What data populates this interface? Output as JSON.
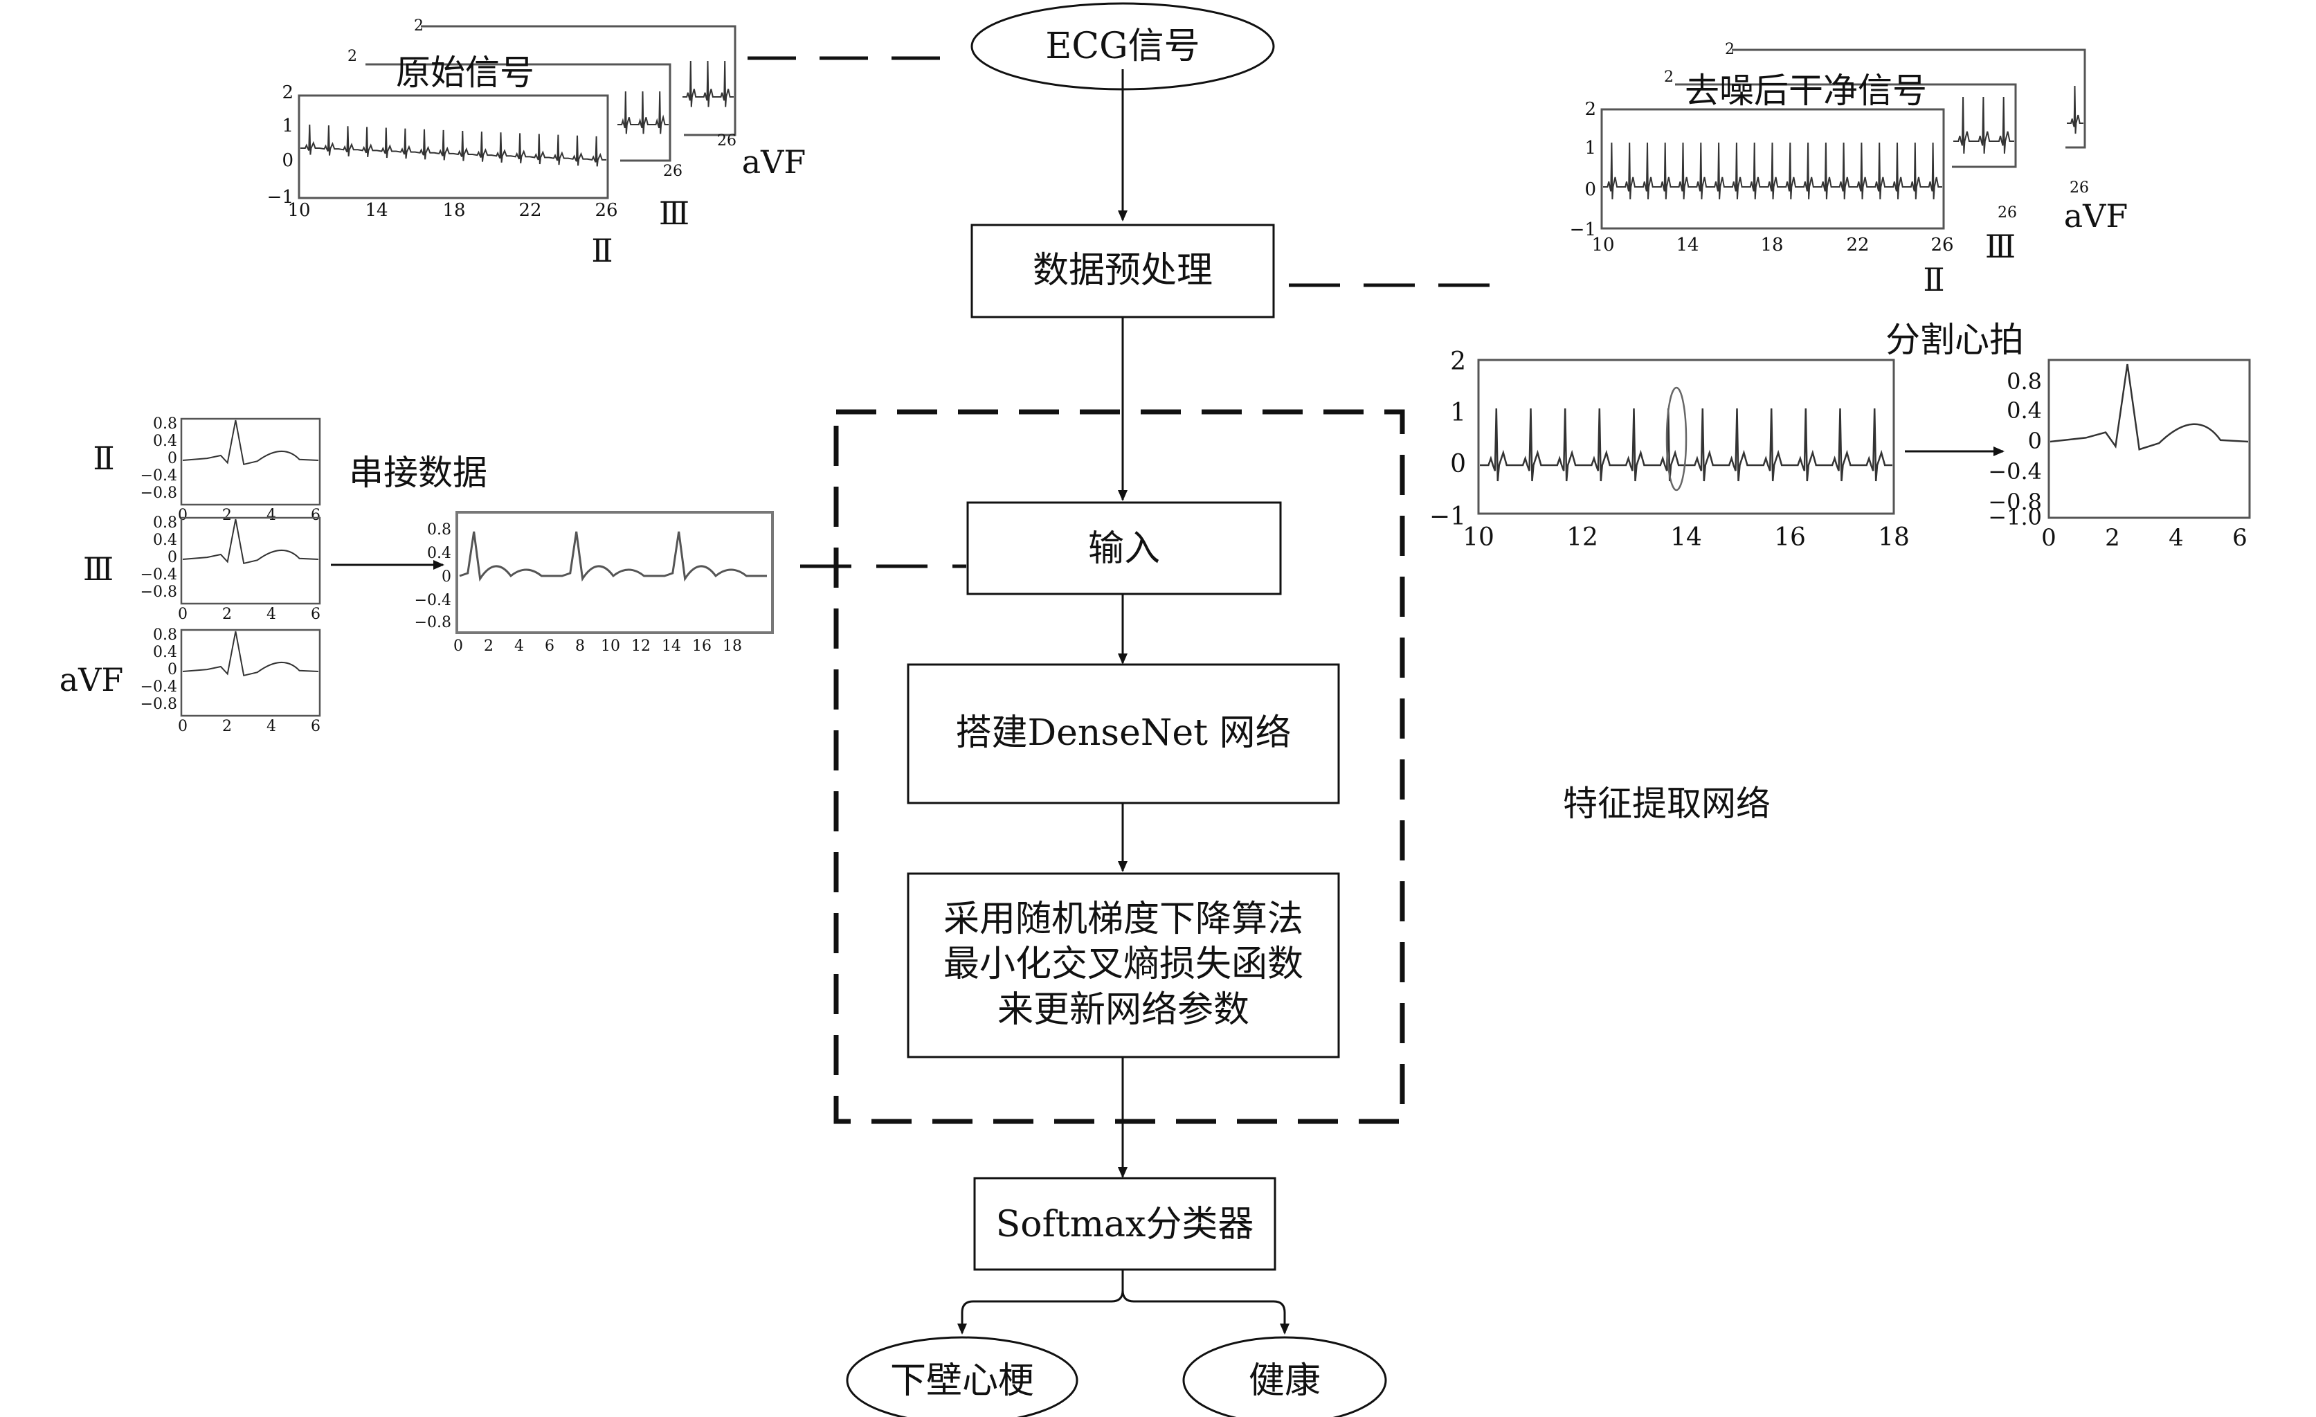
{
  "flow": {
    "ecg": "ECG信号",
    "preprocess": "数据预处理",
    "input": "输入",
    "densenet": "搭建DenseNet 网络",
    "sgd": [
      "采用随机梯度下降算法",
      "最小化交叉熵损失函数",
      "来更新网络参数"
    ],
    "softmax": "Softmax分类器",
    "out_mi": "下壁心梗",
    "out_healthy": "健康",
    "feature_net": "特征提取网络"
  },
  "raw": {
    "title": "原始信号",
    "leads": [
      "Ⅱ",
      "Ⅲ",
      "aVF"
    ],
    "yticks": [
      "2",
      "1",
      "0",
      "−1"
    ],
    "xticks": [
      "10",
      "14",
      "18",
      "22",
      "26"
    ],
    "back_yticks": [
      "2",
      "2"
    ],
    "back_xticks": [
      "26",
      "26"
    ]
  },
  "denoised": {
    "title": "去噪后干净信号",
    "leads": [
      "Ⅱ",
      "Ⅲ",
      "aVF"
    ],
    "yticks": [
      "2",
      "1",
      "0",
      "−1"
    ],
    "xticks": [
      "10",
      "14",
      "18",
      "22",
      "26"
    ],
    "back_yticks": [
      "2",
      "2"
    ],
    "back_xticks": [
      "26",
      "26"
    ]
  },
  "segment": {
    "title": "分割心拍",
    "yticks": [
      "2",
      "1",
      "0",
      "−1"
    ],
    "xticks": [
      "10",
      "12",
      "14",
      "16",
      "18"
    ],
    "beat_yticks": [
      "0.8",
      "0.4",
      "0",
      "−0.4",
      "−0.8",
      "−1.0"
    ],
    "beat_xticks": [
      "0",
      "2",
      "4",
      "6"
    ]
  },
  "concat": {
    "title": "串接数据",
    "leads": [
      "Ⅱ",
      "Ⅲ",
      "aVF"
    ],
    "small_yticks": [
      "0.8",
      "0.4",
      "0",
      "−0.4",
      "−0.8"
    ],
    "small_xticks": [
      "0",
      "2",
      "4",
      "6"
    ],
    "cat_yticks": [
      "0.8",
      "0.4",
      "0",
      "−0.4",
      "−0.8"
    ],
    "cat_xticks": [
      "0",
      "2",
      "4",
      "6",
      "8",
      "10",
      "12",
      "14",
      "16",
      "18"
    ]
  }
}
